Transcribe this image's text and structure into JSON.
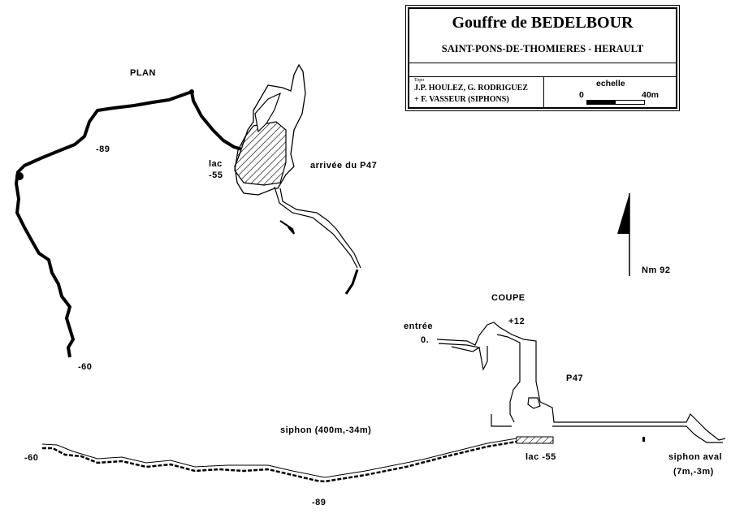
{
  "title_block": {
    "title": "Gouffre de BEDELBOUR",
    "location": "SAINT-PONS-DE-THOMIERES - HERAULT",
    "topo_label": "Topo",
    "authors_line1": "J.P. HOULEZ, G. RODRIGUEZ",
    "authors_line2": "+ F. VASSEUR (SIPHONS)",
    "scale_label": "echelle",
    "scale_start": "0",
    "scale_end": "40m"
  },
  "plan": {
    "heading": "PLAN",
    "labels": {
      "depth_89": "-89",
      "depth_60": "-60",
      "lac": "lac",
      "lac_depth": "-55",
      "arrivee": "arrivée du P47"
    }
  },
  "north": {
    "label": "Nm 92"
  },
  "coupe": {
    "heading": "COUPE",
    "labels": {
      "entree": "entrée",
      "entree_depth": "0.",
      "top": "+12",
      "p47": "P47",
      "siphon": "siphon (400m,-34m)",
      "lac": "lac  -55",
      "siphon_aval": "siphon aval",
      "siphon_aval_dims": "(7m,-3m)",
      "depth_60": "-60",
      "depth_89": "-89"
    }
  }
}
